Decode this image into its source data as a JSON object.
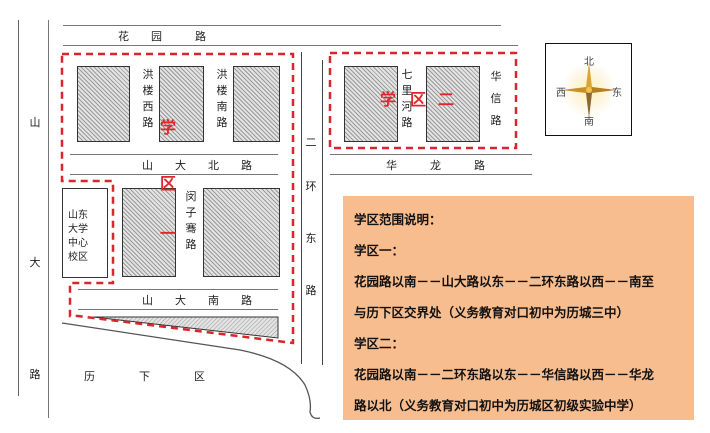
{
  "roads": {
    "huayuan": "花　　园　　　路",
    "shanda_bei": "山　　大　　北　　路",
    "shanda_nan": "山　　大　　南　　路",
    "hualong": "华　　　龙　　　路",
    "shanda_lu": [
      "山",
      "大",
      "路"
    ],
    "erhuan_dong": [
      "二",
      "环",
      "东",
      "路"
    ],
    "honglou_xi": [
      "洪",
      "楼",
      "西",
      "路"
    ],
    "honglou_nan": [
      "洪",
      "楼",
      "南",
      "路"
    ],
    "minzi_qian": [
      "闵",
      "子",
      "骞",
      "路"
    ],
    "qilihe": [
      "七",
      "里",
      "河",
      "路"
    ],
    "huaxin": [
      "华",
      "信",
      "路"
    ]
  },
  "district": "历　　　　下　　　　区",
  "campus_label": [
    "山东",
    "大学",
    "中心",
    "校区"
  ],
  "zone_labels": {
    "zone1": [
      "学",
      "区",
      "一"
    ],
    "zone2": [
      "学",
      "区",
      "二"
    ]
  },
  "compass": {
    "north": "北",
    "south": "南",
    "east": "东",
    "west": "西"
  },
  "colors": {
    "zone_border": "#d9252b",
    "info_bg": "#f8bd8e"
  },
  "info": {
    "title": "学区范围说明：",
    "zone1_title": "学区一：",
    "zone1_line1": "花园路以南－－山大路以东－－二环东路以西－－南至",
    "zone1_line2": "与历下区交界处（义务教育对口初中为历城三中）",
    "zone2_title": "学区二：",
    "zone2_line1": "花园路以南－－二环东路以东－－华信路以西－－华龙",
    "zone2_line2": "路以北（义务教育对口初中为历城区初级实验中学）"
  }
}
